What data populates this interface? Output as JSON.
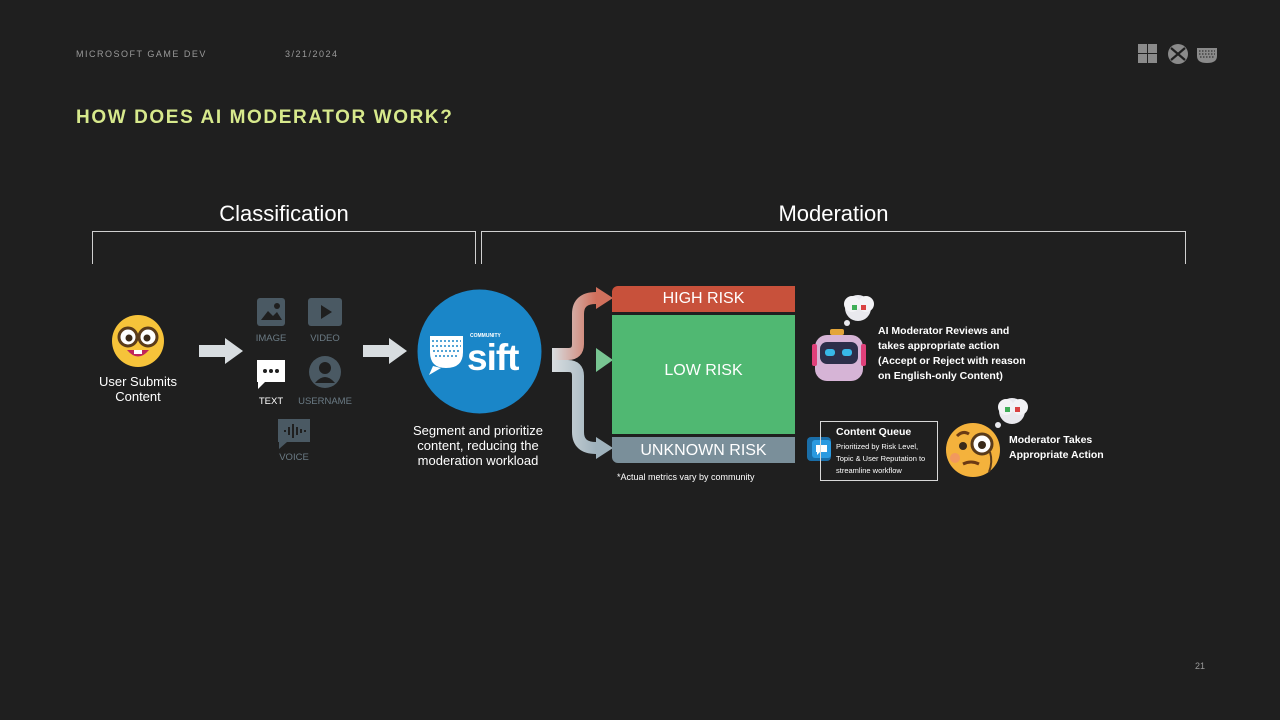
{
  "header": {
    "org": "MICROSOFT GAME DEV",
    "date": "3/21/2024"
  },
  "title": "HOW DOES AI MODERATOR WORK?",
  "sections": {
    "classification": "Classification",
    "moderation": "Moderation"
  },
  "user": {
    "label": "User Submits Content"
  },
  "content_types": {
    "image": "IMAGE",
    "video": "VIDEO",
    "text": "TEXT",
    "username": "USERNAME",
    "voice": "VOICE"
  },
  "sift": {
    "logo_small": "COMMUNITY",
    "logo_text": "sift",
    "caption": "Segment and prioritize content, reducing the moderation workload"
  },
  "risk": {
    "high": "HIGH RISK",
    "low": "LOW RISK",
    "unknown": "UNKNOWN RISK"
  },
  "footnote": "*Actual metrics vary by community",
  "ai_moderator": {
    "text": "AI Moderator Reviews and takes appropriate action (Accept or Reject with reason on English-only Content)"
  },
  "queue": {
    "title": "Content Queue",
    "text": "Prioritized by Risk Level, Topic & User Reputation to streamline workflow"
  },
  "moderator": {
    "text": "Moderator Takes Appropriate Action"
  },
  "page_number": "21",
  "colors": {
    "title": "#d7e98c",
    "high": "#c8513b",
    "low": "#50b872",
    "unknown": "#7a8f9a",
    "sift": "#1a86c8",
    "icon_muted": "#4a5963"
  }
}
